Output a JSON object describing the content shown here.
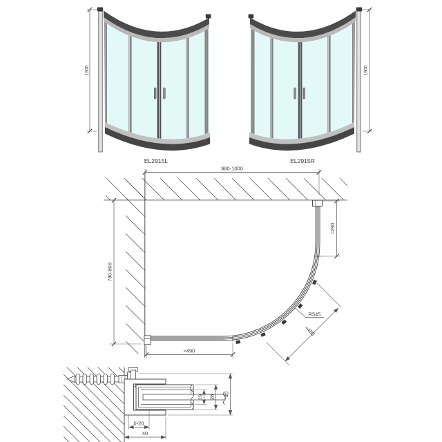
{
  "title": "Quadrant shower enclosure technical drawing",
  "colors": {
    "glass": "#e2f9f7",
    "line": "#4a4a4a",
    "dim_line": "#5a5a5a",
    "frame_dark": "#4b4b4b",
    "frame_light": "#b9b9b9",
    "background": "#ffffff"
  },
  "front_left": {
    "label": "EL2915L",
    "height_dim": "1900"
  },
  "front_right": {
    "label": "EL2915R",
    "height_dim": "1900"
  },
  "plan": {
    "width_dim": "980-1000",
    "depth_dim": "780-800",
    "fixed_segment_dim": "≈290",
    "bottom_segment_dim": "≈490",
    "radius_dim": "R545",
    "door_opening_dim": "≈460"
  },
  "profile_detail": {
    "adjustment_dim": "0-20",
    "profile_width_dim": "40",
    "glass_channel_dim": "19",
    "frame_depth_dim": "28",
    "overall_depth_dim": "40"
  }
}
